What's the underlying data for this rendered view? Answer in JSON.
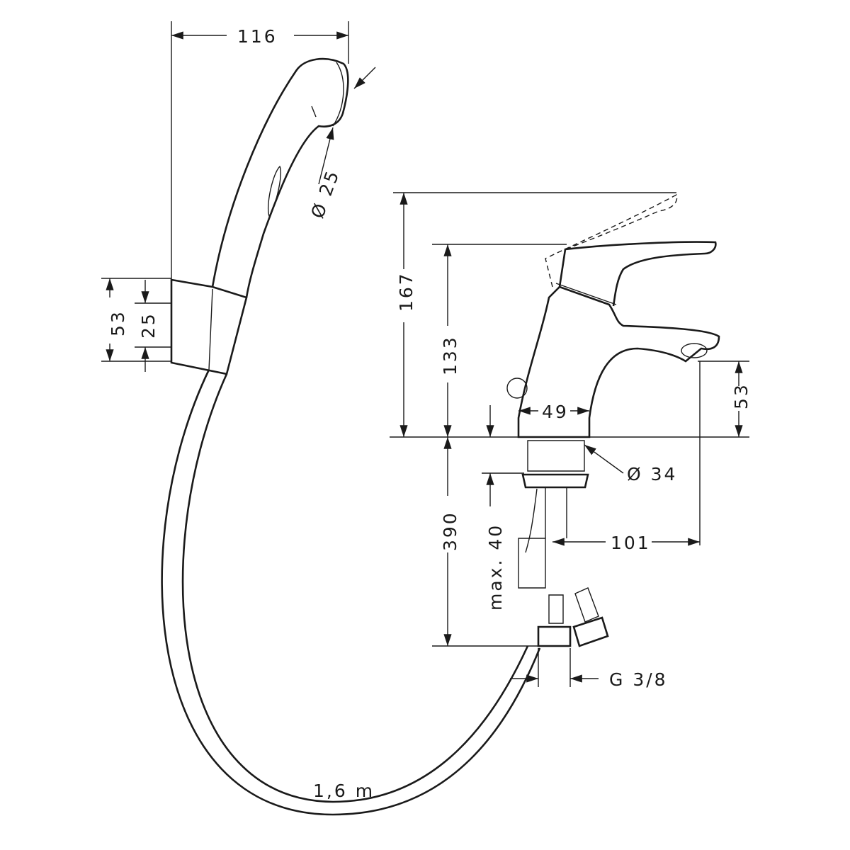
{
  "drawing": {
    "dimensions": {
      "shower_length": "116",
      "shower_head_diameter": "Ø 25",
      "holder_height": "53",
      "holder_inner": "25",
      "lever_raised_height": "167",
      "faucet_height": "133",
      "base_width": "49",
      "spout_height": "53",
      "base_diameter": "Ø 34",
      "hose_length_under": "390",
      "max_thickness": "max. 40",
      "spout_reach": "101",
      "thread": "G 3/8",
      "shower_hose_length": "1,6 m"
    }
  }
}
